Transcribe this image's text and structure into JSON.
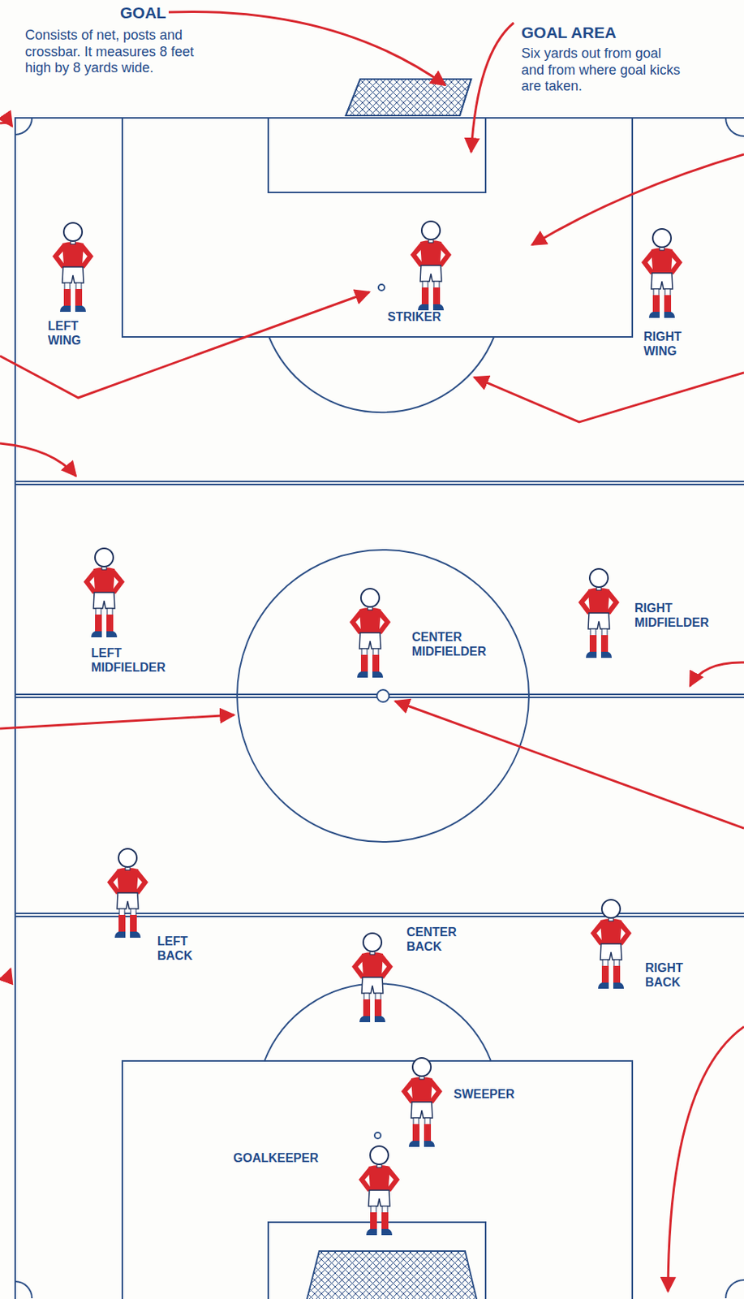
{
  "diagram": {
    "labels": [
      "GOAL",
      "Consists of net, posts and crossbar. It measures 8 feet high by 8 yards wide.",
      "GOAL AREA",
      "Six yards out from goal and from where goal kicks are taken.",
      "LEFT WING",
      "STRIKER",
      "RIGHT WING",
      "LEFT MIDFIELDER",
      "CENTER MIDFIELDER",
      "RIGHT MIDFIELDER",
      "LEFT BACK",
      "CENTER BACK",
      "RIGHT BACK",
      "SWEEPER",
      "GOALKEEPER"
    ]
  }
}
